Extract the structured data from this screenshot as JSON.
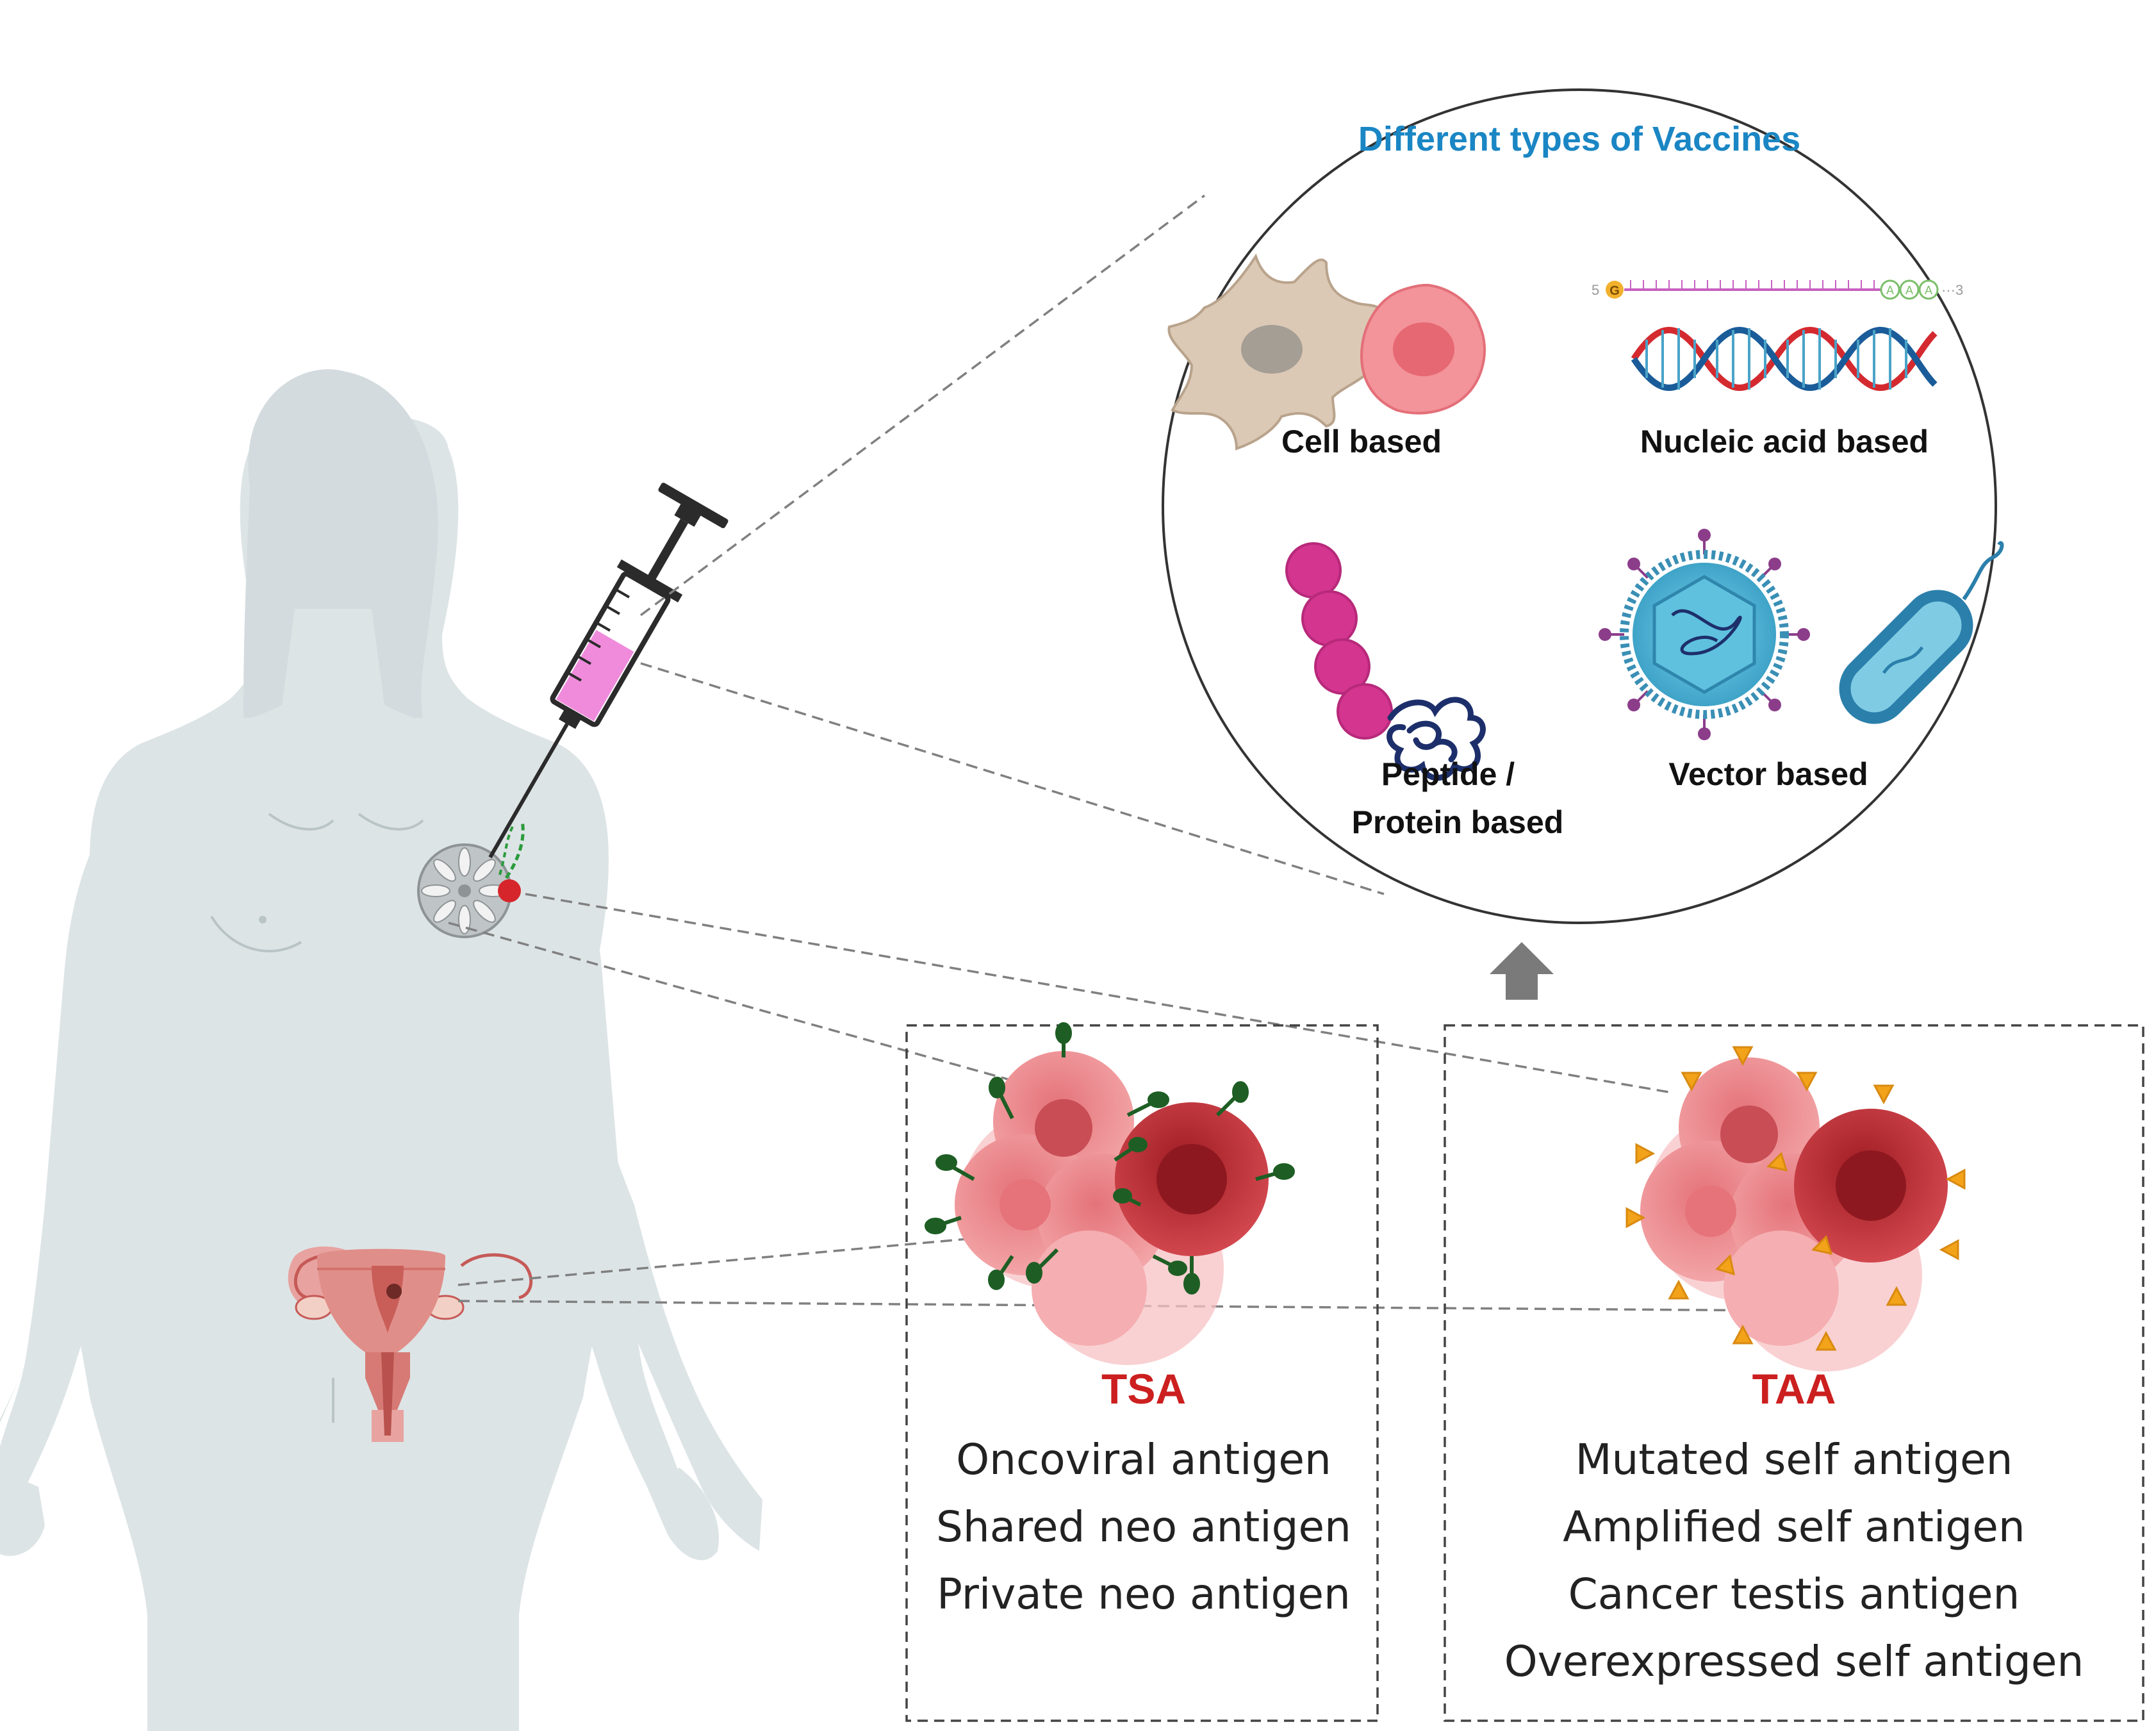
{
  "vaccines": {
    "title": "Different types of Vaccines",
    "cell": "Cell based",
    "nucleic": "Nucleic acid  based",
    "peptide_line1": "Peptide /",
    "peptide_line2": "Protein  based",
    "vector": "Vector  based",
    "mrna_5": "5",
    "mrna_cap": "G",
    "mrna_a1": "A",
    "mrna_a2": "A",
    "mrna_a3": "A",
    "mrna_3": "···3"
  },
  "tsa": {
    "title": "TSA",
    "items": [
      "Oncoviral antigen",
      "Shared neo antigen",
      "Private neo antigen"
    ]
  },
  "taa": {
    "title": "TAA",
    "items": [
      "Mutated self antigen",
      "Amplified self  antigen",
      "Cancer testis antigen",
      "Overexpressed self antigen"
    ]
  },
  "colors": {
    "title_blue": "#1a86c4",
    "antigen_red": "#cc1f1f",
    "body_gray": "#dde4e6",
    "syringe_pink": "#f08bdc",
    "tsa_marker": "#1e5e24",
    "taa_marker": "#f2a319"
  }
}
